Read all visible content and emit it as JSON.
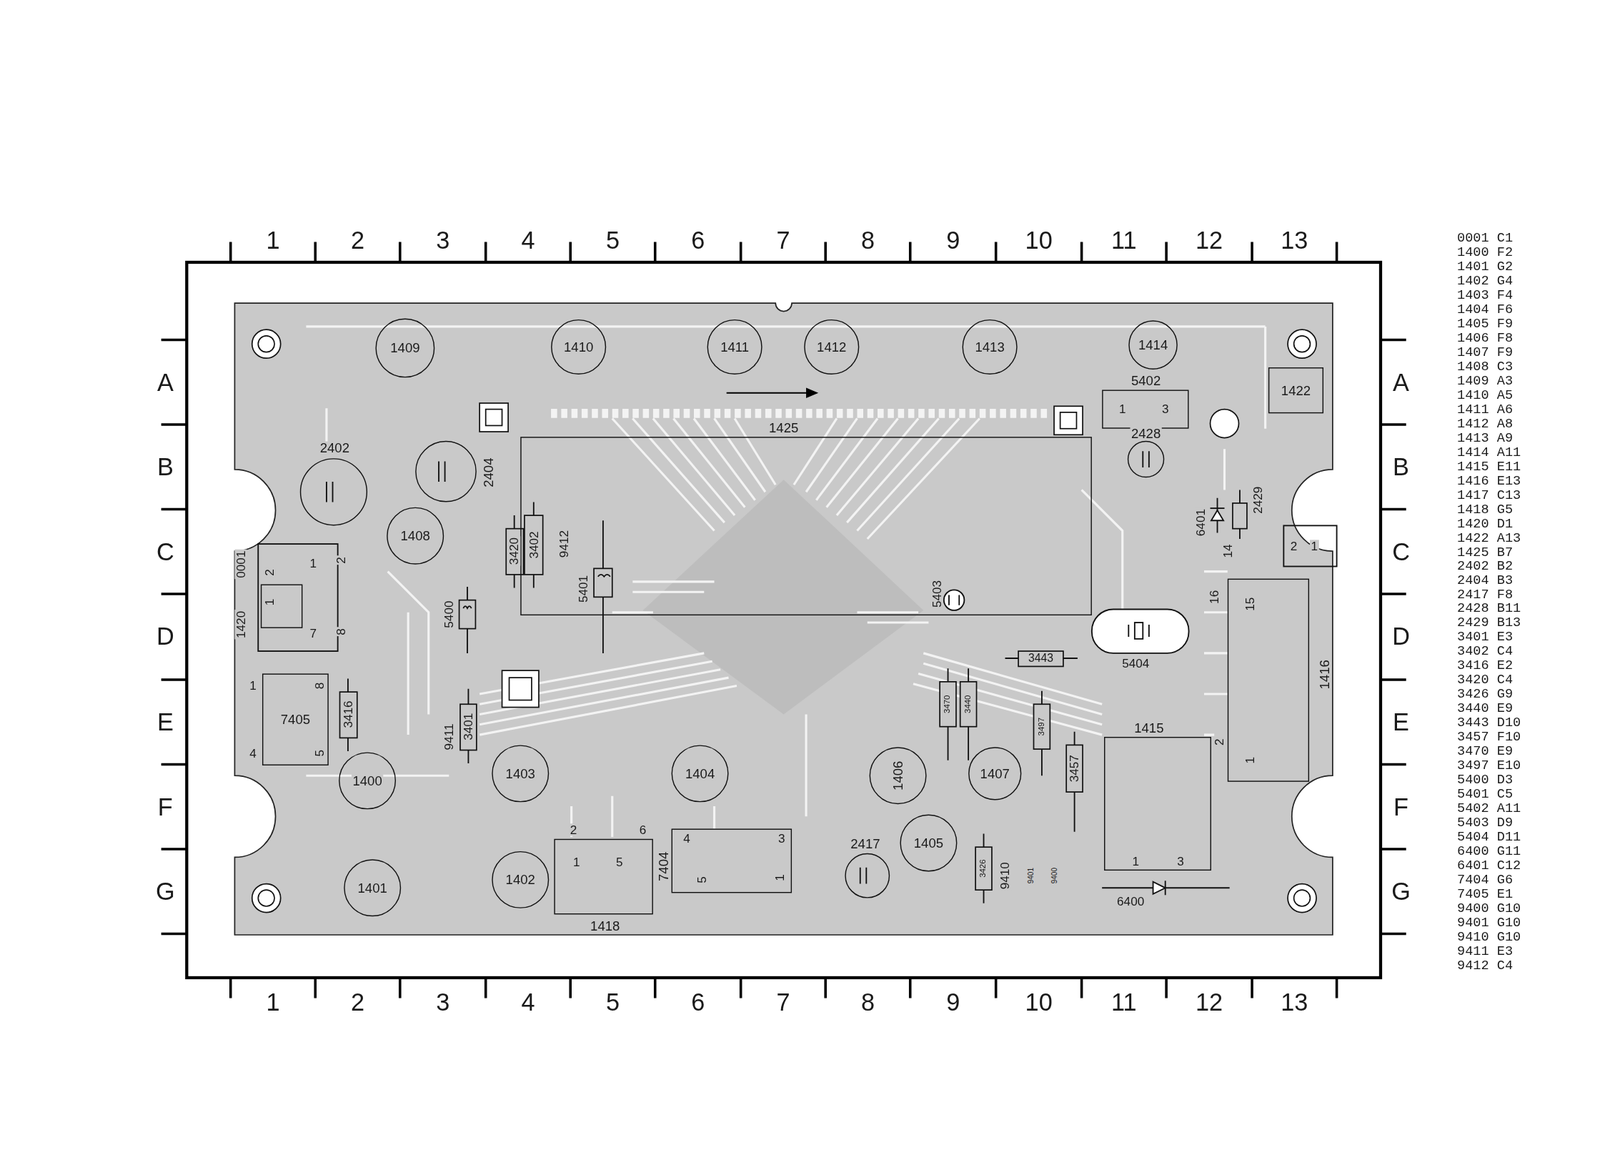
{
  "diagram": {
    "nodes": [
      {
        "text": [
          "1409"
        ]
      },
      {
        "text": [
          "1410"
        ]
      },
      {
        "text": [
          "1411"
        ]
      },
      {
        "text": [
          "1412"
        ]
      },
      {
        "text": [
          "1413"
        ]
      },
      {
        "text": [
          "1414"
        ]
      },
      {
        "text": [
          "1422"
        ]
      },
      {
        "text": [
          "1425"
        ]
      },
      {
        "text": [
          "5402"
        ]
      },
      {
        "text": [
          "2402"
        ]
      },
      {
        "text": [
          "2404"
        ]
      },
      {
        "text": [
          "2428"
        ]
      },
      {
        "text": [
          "1408"
        ]
      },
      {
        "text": [
          "7405"
        ]
      },
      {
        "text": [
          "1400"
        ]
      },
      {
        "text": [
          "1403"
        ]
      },
      {
        "text": [
          "1404"
        ]
      },
      {
        "text": [
          "1406"
        ]
      },
      {
        "text": [
          "1407"
        ]
      },
      {
        "text": [
          "1415"
        ]
      },
      {
        "text": [
          "1416"
        ]
      },
      {
        "text": [
          "1405"
        ]
      },
      {
        "text": [
          "1418"
        ]
      },
      {
        "text": [
          "7404"
        ]
      },
      {
        "text": [
          "2417"
        ]
      },
      {
        "text": [
          "1401"
        ]
      },
      {
        "text": [
          "1402"
        ]
      }
    ],
    "labels": [
      "1",
      "2",
      "3",
      "4",
      "5",
      "6",
      "7",
      "8",
      "9",
      "10",
      "11",
      "12",
      "13",
      "1",
      "2",
      "3",
      "4",
      "5",
      "6",
      "7",
      "8",
      "9",
      "10",
      "11",
      "12",
      "13",
      "A",
      "B",
      "C",
      "D",
      "E",
      "F",
      "G",
      "A",
      "B",
      "C",
      "D",
      "E",
      "F",
      "G",
      "0001 C1",
      "1400 F2",
      "1401 G2",
      "1402 G4",
      "1403 F4",
      "1404 F6",
      "1405 F9",
      "1406 F8",
      "1407 F9",
      "1408 C3",
      "1409 A3",
      "1410 A5",
      "1411 A6",
      "1412 A8",
      "1413 A9",
      "1414 A11",
      "1415 E11",
      "1416 E13",
      "1417 C13",
      "1418 G5",
      "1420 D1",
      "1422 A13",
      "1425 B7",
      "2402 B2",
      "2404 B3",
      "2417 F8",
      "2428 B11",
      "2429 B13",
      "3401 E3",
      "3402 C4",
      "3416 E2",
      "3420 C4",
      "3426 G9",
      "3440 E9",
      "3443 D10",
      "3457 F10",
      "3470 E9",
      "3497 E10",
      "5400 D3",
      "5401 C5",
      "5402 A11",
      "5403 D9",
      "5404 D11",
      "6400 G11",
      "6401 C12",
      "7404 G6",
      "7405 E1",
      "9400 G10",
      "9401 G10",
      "9410 G10",
      "9411 E3",
      "9412 C4",
      "1420",
      "0001",
      "1",
      "2",
      "1",
      "2",
      "7",
      "8",
      "1",
      "8",
      "4",
      "5",
      "3416",
      "3420",
      "3402",
      "9412",
      "5401",
      "5400",
      "9411",
      "3401",
      "5403",
      "3443",
      "3470",
      "3440",
      "3497",
      "3457",
      "3426",
      "9410",
      "9401",
      "9400",
      "6401",
      "2429",
      "14",
      "16",
      "15",
      "2",
      "1",
      "2",
      "1",
      "1",
      "3",
      "1",
      "3",
      "6400",
      "2",
      "6",
      "1",
      "5",
      "4",
      "3",
      "5",
      "1",
      "5404"
    ]
  }
}
